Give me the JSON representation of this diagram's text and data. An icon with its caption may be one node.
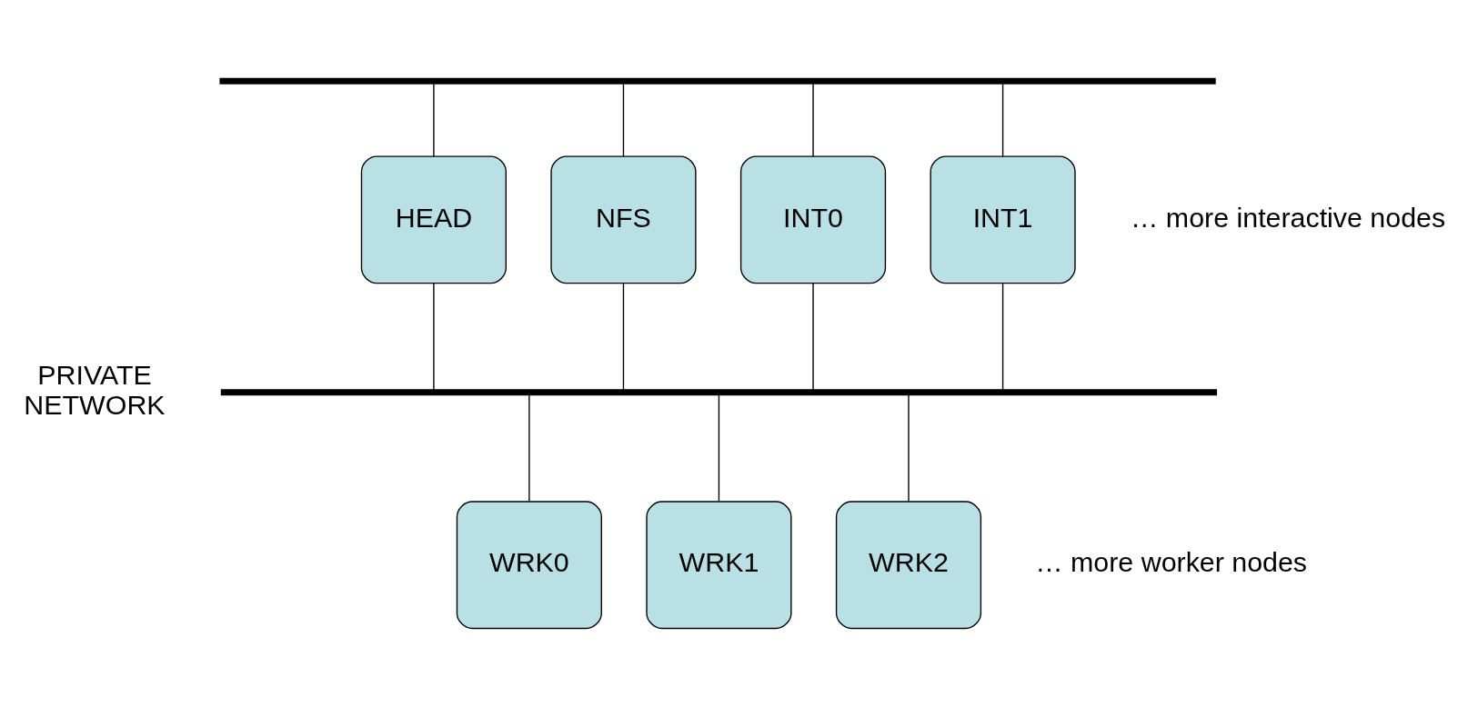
{
  "diagram": {
    "nodes": [
      {
        "text": [],
        "shape": "bar"
      },
      {
        "text": [
          "HEAD"
        ]
      },
      {
        "text": [
          "NFS"
        ]
      },
      {
        "text": [
          "INT0"
        ]
      },
      {
        "text": [
          "INT1"
        ]
      },
      {
        "text": [],
        "shape": "bar",
        "beside": [
          "PRIVATE NETWORK"
        ]
      },
      {
        "text": [
          "WRK0"
        ]
      },
      {
        "text": [
          "WRK1"
        ]
      },
      {
        "text": [
          "WRK2"
        ]
      }
    ],
    "edges": [
      {
        "from": 0,
        "to": 1,
        "arrow": "none"
      },
      {
        "from": 0,
        "to": 2,
        "arrow": "none"
      },
      {
        "from": 0,
        "to": 3,
        "arrow": "none"
      },
      {
        "from": 0,
        "to": 4,
        "arrow": "none"
      },
      {
        "from": 1,
        "to": 5,
        "arrow": "none"
      },
      {
        "from": 2,
        "to": 5,
        "arrow": "none"
      },
      {
        "from": 3,
        "to": 5,
        "arrow": "none"
      },
      {
        "from": 4,
        "to": 5,
        "arrow": "none"
      },
      {
        "from": 5,
        "to": 6,
        "arrow": "none"
      },
      {
        "from": 5,
        "to": 7,
        "arrow": "none"
      },
      {
        "from": 5,
        "to": 8,
        "arrow": "none"
      }
    ],
    "labels": [
      "… more interactive nodes",
      "… more worker nodes"
    ]
  }
}
